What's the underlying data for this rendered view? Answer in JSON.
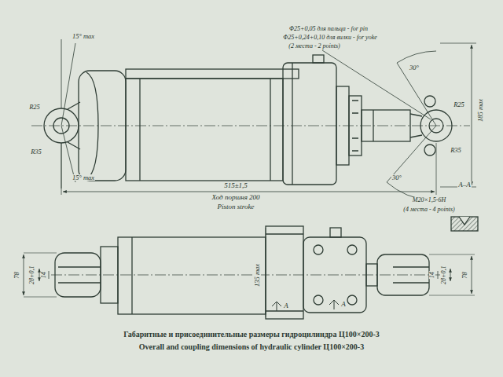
{
  "diagram": {
    "caption": "Габаритные и присоединительные размеры гидроцилиндра Ц100×200-3",
    "labels": [
      "Φ25+0,05 для пальца - for pin",
      "Φ25+0,24+0,10 для вилки - for yoke",
      "(2 места - 2 points)",
      "15° max",
      "R25",
      "R35",
      "15° max",
      "30°",
      "R25",
      "R35",
      "30°",
      "185 max",
      "515±1,5",
      "Ход поршня 200",
      "Piston stroke",
      "A–A",
      "M20×1,5-6H",
      "(4 места - 4 points)",
      "78",
      "28+0,1",
      "14",
      "135 max",
      "A",
      "A",
      "14",
      "28+0,1",
      "78",
      "Overall and coupling dimensions of hydraulic cylinder Ц100×200-3"
    ]
  }
}
